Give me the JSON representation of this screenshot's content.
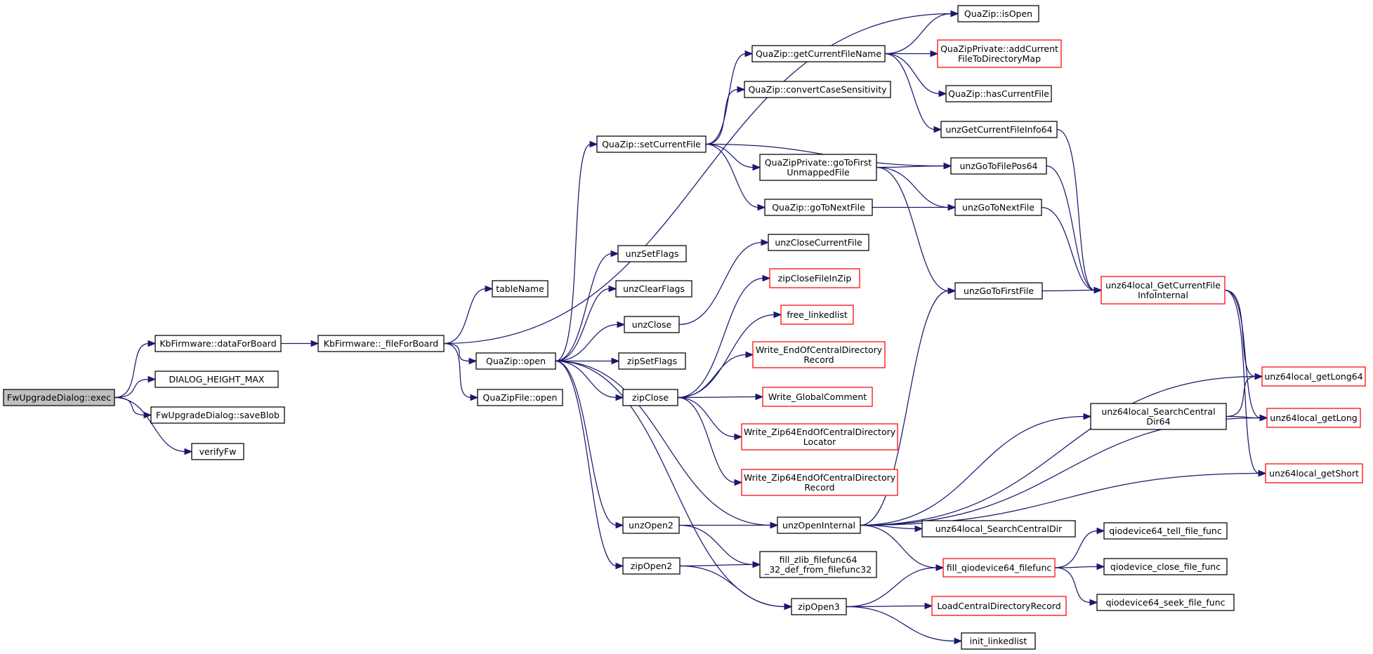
{
  "nodes": [
    {
      "id": "exec",
      "lines": [
        "FwUpgradeDialog::exec"
      ],
      "type": "root"
    },
    {
      "id": "dataForBoard",
      "lines": [
        "KbFirmware::dataForBoard"
      ],
      "type": "normal"
    },
    {
      "id": "dhmax",
      "lines": [
        "DIALOG_HEIGHT_MAX"
      ],
      "type": "normal"
    },
    {
      "id": "saveBlob",
      "lines": [
        "FwUpgradeDialog::saveBlob"
      ],
      "type": "normal"
    },
    {
      "id": "verifyFw",
      "lines": [
        "verifyFw"
      ],
      "type": "normal"
    },
    {
      "id": "fileForBoard",
      "lines": [
        "KbFirmware::_fileForBoard"
      ],
      "type": "normal"
    },
    {
      "id": "tableName",
      "lines": [
        "tableName"
      ],
      "type": "normal"
    },
    {
      "id": "qzopen",
      "lines": [
        "QuaZip::open"
      ],
      "type": "normal"
    },
    {
      "id": "qzfopen",
      "lines": [
        "QuaZipFile::open"
      ],
      "type": "normal"
    },
    {
      "id": "setCurrentFile",
      "lines": [
        "QuaZip::setCurrentFile"
      ],
      "type": "normal"
    },
    {
      "id": "unzSetFlags",
      "lines": [
        "unzSetFlags"
      ],
      "type": "normal"
    },
    {
      "id": "unzClearFlags",
      "lines": [
        "unzClearFlags"
      ],
      "type": "normal"
    },
    {
      "id": "unzClose",
      "lines": [
        "unzClose"
      ],
      "type": "normal"
    },
    {
      "id": "zipSetFlags",
      "lines": [
        "zipSetFlags"
      ],
      "type": "normal"
    },
    {
      "id": "zipClose",
      "lines": [
        "zipClose"
      ],
      "type": "normal"
    },
    {
      "id": "unzOpen2",
      "lines": [
        "unzOpen2"
      ],
      "type": "normal"
    },
    {
      "id": "zipOpen2",
      "lines": [
        "zipOpen2"
      ],
      "type": "normal"
    },
    {
      "id": "getCurrentFileName",
      "lines": [
        "QuaZip::getCurrentFileName"
      ],
      "type": "normal"
    },
    {
      "id": "convertCase",
      "lines": [
        "QuaZip::convertCaseSensitivity"
      ],
      "type": "normal"
    },
    {
      "id": "goToFirstUnmapped",
      "lines": [
        "QuaZipPrivate::goToFirst",
        "UnmappedFile"
      ],
      "type": "normal"
    },
    {
      "id": "goToNextFileQZ",
      "lines": [
        "QuaZip::goToNextFile"
      ],
      "type": "normal"
    },
    {
      "id": "unzCloseCurrentFile",
      "lines": [
        "unzCloseCurrentFile"
      ],
      "type": "normal"
    },
    {
      "id": "zipCloseFileInZip",
      "lines": [
        "zipCloseFileInZip"
      ],
      "type": "red"
    },
    {
      "id": "freeLinkedlist",
      "lines": [
        "free_linkedlist"
      ],
      "type": "red"
    },
    {
      "id": "writeEOCD",
      "lines": [
        "Write_EndOfCentralDirectory",
        "Record"
      ],
      "type": "red"
    },
    {
      "id": "writeGlobalComment",
      "lines": [
        "Write_GlobalComment"
      ],
      "type": "red"
    },
    {
      "id": "writeZip64Locator",
      "lines": [
        "Write_Zip64EndOfCentralDirectory",
        "Locator"
      ],
      "type": "red"
    },
    {
      "id": "writeZip64Record",
      "lines": [
        "Write_Zip64EndOfCentralDirectory",
        "Record"
      ],
      "type": "red"
    },
    {
      "id": "unzOpenInternal",
      "lines": [
        "unzOpenInternal"
      ],
      "type": "normal"
    },
    {
      "id": "fillZlib",
      "lines": [
        "fill_zlib_filefunc64",
        "_32_def_from_filefunc32"
      ],
      "type": "normal"
    },
    {
      "id": "zipOpen3",
      "lines": [
        "zipOpen3"
      ],
      "type": "normal"
    },
    {
      "id": "qzIsOpen",
      "lines": [
        "QuaZip::isOpen"
      ],
      "type": "normal"
    },
    {
      "id": "addCurrentFile",
      "lines": [
        "QuaZipPrivate::addCurrent",
        "FileToDirectoryMap"
      ],
      "type": "red"
    },
    {
      "id": "hasCurrentFile",
      "lines": [
        "QuaZip::hasCurrentFile"
      ],
      "type": "normal"
    },
    {
      "id": "unzGetCurrentFileInfo64",
      "lines": [
        "unzGetCurrentFileInfo64"
      ],
      "type": "normal"
    },
    {
      "id": "unzGoToFilePos64",
      "lines": [
        "unzGoToFilePos64"
      ],
      "type": "normal"
    },
    {
      "id": "unzGoToNextFile",
      "lines": [
        "unzGoToNextFile"
      ],
      "type": "normal"
    },
    {
      "id": "unzGoToFirstFile",
      "lines": [
        "unzGoToFirstFile"
      ],
      "type": "normal"
    },
    {
      "id": "searchCentralDir64",
      "lines": [
        "unz64local_SearchCentral",
        "Dir64"
      ],
      "type": "normal"
    },
    {
      "id": "searchCentralDir",
      "lines": [
        "unz64local_SearchCentralDir"
      ],
      "type": "normal"
    },
    {
      "id": "fillQiodevice",
      "lines": [
        "fill_qiodevice64_filefunc"
      ],
      "type": "red"
    },
    {
      "id": "loadCentralDir",
      "lines": [
        "LoadCentralDirectoryRecord"
      ],
      "type": "red"
    },
    {
      "id": "initLinkedlist",
      "lines": [
        "init_linkedlist"
      ],
      "type": "normal"
    },
    {
      "id": "getCurrentFileInfoInternal",
      "lines": [
        "unz64local_GetCurrentFile",
        "InfoInternal"
      ],
      "type": "red"
    },
    {
      "id": "qioTell",
      "lines": [
        "qiodevice64_tell_file_func"
      ],
      "type": "normal"
    },
    {
      "id": "qioClose",
      "lines": [
        "qiodevice_close_file_func"
      ],
      "type": "normal"
    },
    {
      "id": "qioSeek",
      "lines": [
        "qiodevice64_seek_file_func"
      ],
      "type": "normal"
    },
    {
      "id": "getLong64",
      "lines": [
        "unz64local_getLong64"
      ],
      "type": "red"
    },
    {
      "id": "getLong",
      "lines": [
        "unz64local_getLong"
      ],
      "type": "red"
    },
    {
      "id": "getShort",
      "lines": [
        "unz64local_getShort"
      ],
      "type": "red"
    }
  ],
  "edges": [
    [
      "exec",
      "dataForBoard"
    ],
    [
      "exec",
      "dhmax"
    ],
    [
      "exec",
      "saveBlob"
    ],
    [
      "exec",
      "verifyFw"
    ],
    [
      "dataForBoard",
      "fileForBoard"
    ],
    [
      "fileForBoard",
      "tableName"
    ],
    [
      "fileForBoard",
      "qzIsOpen"
    ],
    [
      "fileForBoard",
      "qzopen"
    ],
    [
      "fileForBoard",
      "qzfopen"
    ],
    [
      "qzopen",
      "setCurrentFile"
    ],
    [
      "qzopen",
      "unzSetFlags"
    ],
    [
      "qzopen",
      "unzClearFlags"
    ],
    [
      "qzopen",
      "unzClose"
    ],
    [
      "qzopen",
      "zipSetFlags"
    ],
    [
      "qzopen",
      "zipClose"
    ],
    [
      "qzopen",
      "unzOpenInternal"
    ],
    [
      "qzopen",
      "unzOpen2"
    ],
    [
      "qzopen",
      "zipOpen2"
    ],
    [
      "qzopen",
      "zipOpen3"
    ],
    [
      "setCurrentFile",
      "getCurrentFileName"
    ],
    [
      "setCurrentFile",
      "convertCase"
    ],
    [
      "setCurrentFile",
      "unzGoToFilePos64"
    ],
    [
      "setCurrentFile",
      "goToFirstUnmapped"
    ],
    [
      "setCurrentFile",
      "goToNextFileQZ"
    ],
    [
      "getCurrentFileName",
      "qzIsOpen"
    ],
    [
      "getCurrentFileName",
      "addCurrentFile"
    ],
    [
      "getCurrentFileName",
      "hasCurrentFile"
    ],
    [
      "getCurrentFileName",
      "unzGetCurrentFileInfo64"
    ],
    [
      "goToFirstUnmapped",
      "unzGoToFilePos64"
    ],
    [
      "goToFirstUnmapped",
      "unzGoToNextFile"
    ],
    [
      "goToFirstUnmapped",
      "unzGoToFirstFile"
    ],
    [
      "goToNextFileQZ",
      "unzGoToNextFile"
    ],
    [
      "unzClose",
      "unzCloseCurrentFile"
    ],
    [
      "zipClose",
      "zipCloseFileInZip"
    ],
    [
      "zipClose",
      "freeLinkedlist"
    ],
    [
      "zipClose",
      "writeEOCD"
    ],
    [
      "zipClose",
      "writeGlobalComment"
    ],
    [
      "zipClose",
      "writeZip64Locator"
    ],
    [
      "zipClose",
      "writeZip64Record"
    ],
    [
      "unzOpen2",
      "unzOpenInternal"
    ],
    [
      "unzOpen2",
      "fillZlib"
    ],
    [
      "zipOpen2",
      "fillZlib"
    ],
    [
      "zipOpen2",
      "zipOpen3"
    ],
    [
      "unzOpenInternal",
      "unzGoToFirstFile"
    ],
    [
      "unzOpenInternal",
      "getLong64"
    ],
    [
      "unzOpenInternal",
      "searchCentralDir64"
    ],
    [
      "unzOpenInternal",
      "getLong"
    ],
    [
      "unzOpenInternal",
      "getShort"
    ],
    [
      "unzOpenInternal",
      "searchCentralDir"
    ],
    [
      "unzOpenInternal",
      "fillQiodevice"
    ],
    [
      "zipOpen3",
      "fillQiodevice"
    ],
    [
      "zipOpen3",
      "loadCentralDir"
    ],
    [
      "zipOpen3",
      "initLinkedlist"
    ],
    [
      "unzGetCurrentFileInfo64",
      "getCurrentFileInfoInternal"
    ],
    [
      "unzGoToFilePos64",
      "getCurrentFileInfoInternal"
    ],
    [
      "unzGoToNextFile",
      "getCurrentFileInfoInternal"
    ],
    [
      "unzGoToFirstFile",
      "getCurrentFileInfoInternal"
    ],
    [
      "getCurrentFileInfoInternal",
      "getLong64"
    ],
    [
      "getCurrentFileInfoInternal",
      "getLong"
    ],
    [
      "getCurrentFileInfoInternal",
      "getShort"
    ],
    [
      "searchCentralDir64",
      "getLong64"
    ],
    [
      "searchCentralDir64",
      "getLong"
    ],
    [
      "fillQiodevice",
      "qioTell"
    ],
    [
      "fillQiodevice",
      "qioClose"
    ],
    [
      "fillQiodevice",
      "qioSeek"
    ]
  ],
  "colors": {
    "edge": "#191970",
    "normal_border": "#000000",
    "red_border": "#ff0000",
    "root_fill": "#bfbfbf",
    "fill": "#ffffff"
  }
}
